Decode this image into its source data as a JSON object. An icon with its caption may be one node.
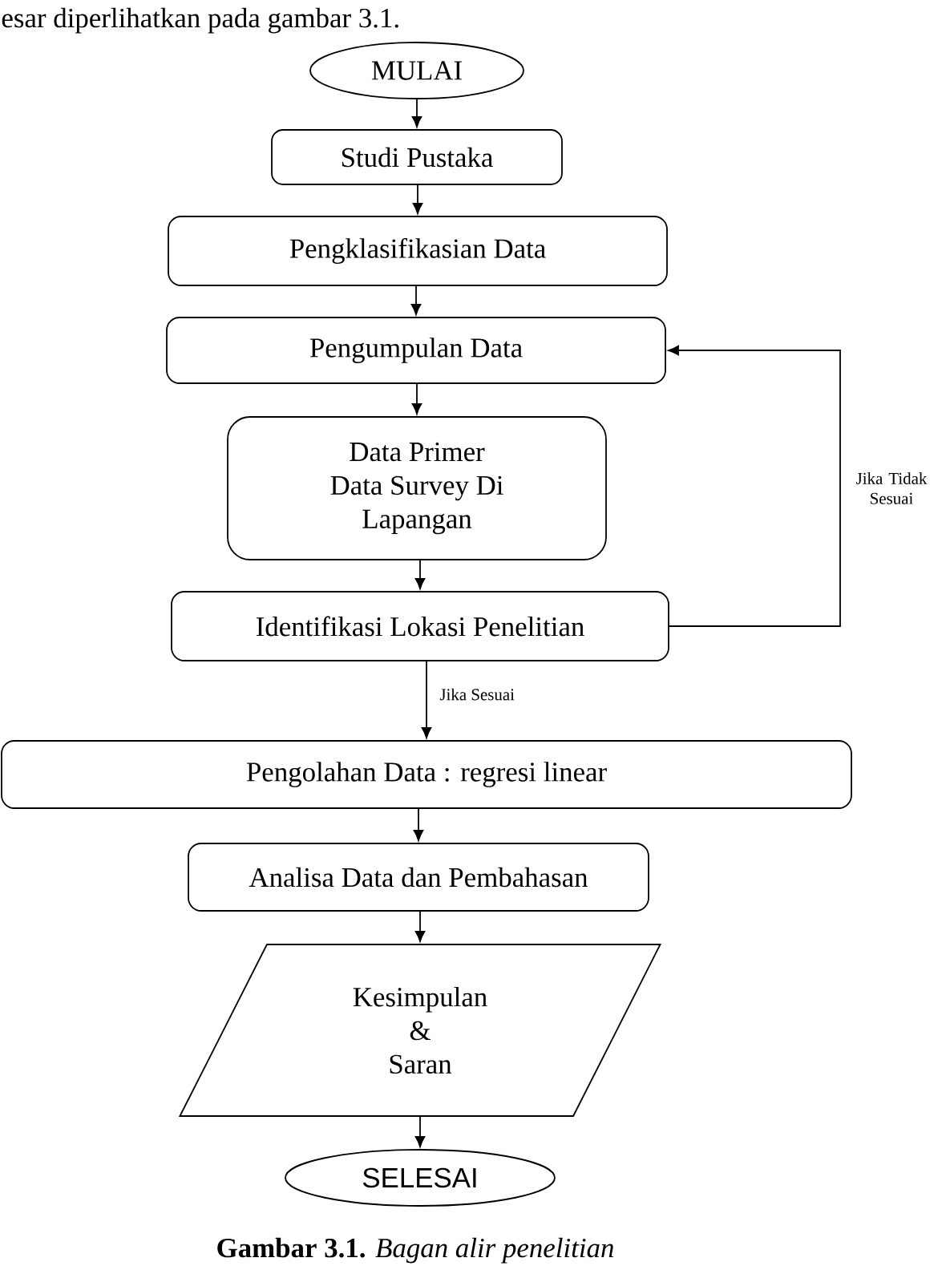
{
  "diagram": {
    "caption": "**Gambar 3.1.** *Bagan alir penelitian*",
    "nodes": [
      {
        "text": [
          "MULAI"
        ]
      },
      {
        "text": [
          "Studi Pustaka"
        ]
      },
      {
        "text": [
          "Pengklasifikasian Data"
        ]
      },
      {
        "text": [
          "Pengumpulan Data"
        ]
      },
      {
        "text": [
          "Data Primer",
          "Data Survey Di Lapangan"
        ]
      },
      {
        "text": [
          "Identifikasi Lokasi Penelitian"
        ]
      },
      {
        "text": [
          "Pengolahan Data : regresi linear"
        ]
      },
      {
        "text": [
          "Analisa Data dan Pembahasan"
        ]
      },
      {
        "text": [
          "Kesimpulan & Saran"
        ]
      },
      {
        "text": [
          "SELESAI"
        ]
      }
    ],
    "edges": [
      {
        "from": 0,
        "to": 1,
        "arrow": "to"
      },
      {
        "from": 1,
        "to": 2,
        "arrow": "to"
      },
      {
        "from": 2,
        "to": 3,
        "arrow": "to"
      },
      {
        "from": 3,
        "to": 4,
        "arrow": "to"
      },
      {
        "from": 4,
        "to": 5,
        "arrow": "to"
      },
      {
        "from": 5,
        "to": 6,
        "arrow": "to",
        "label": "Jika Sesuai"
      },
      {
        "from": 5,
        "to": 3,
        "arrow": "to",
        "label": "Jika Tidak Sesuai"
      },
      {
        "from": 6,
        "to": 7,
        "arrow": "to"
      },
      {
        "from": 7,
        "to": 8,
        "arrow": "to"
      },
      {
        "from": 8,
        "to": 9,
        "arrow": "to"
      }
    ],
    "labels": [
      "esar diperlihatkan pada gambar 3.1."
    ]
  }
}
